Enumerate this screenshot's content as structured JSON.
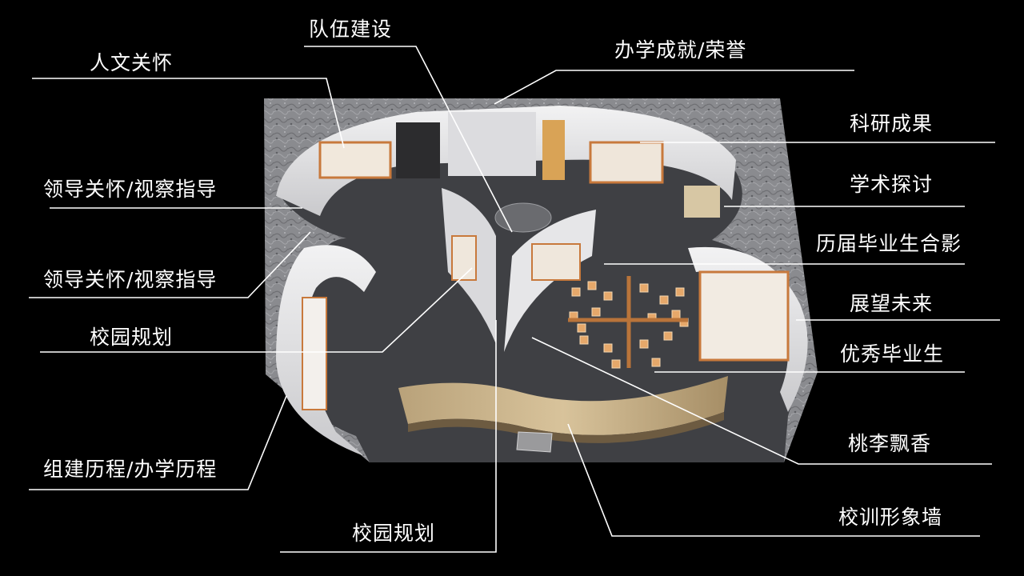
{
  "colors": {
    "background": "#000000",
    "floor": "#3d3e42",
    "border_texture": "#8d8e92",
    "wall": "#e4e4e6",
    "accent": "#c8793c",
    "leader_line": "#ffffff",
    "text": "#ffffff"
  },
  "labels": {
    "renwen_guanhuai": "人文关怀",
    "lingdao_guanhuai_1": "领导关怀/视察指导",
    "lingdao_guanhuai_2": "领导关怀/视察指导",
    "xiaoyuan_guihua_1": "校园规划",
    "zujian_licheng": "组建历程/办学历程",
    "xiaoyuan_guihua_2": "校园规划",
    "duiwu_jianshe": "队伍建设",
    "banxue_chengjiu": "办学成就/荣誉",
    "keyan_chengguo": "科研成果",
    "xueshu_tantao": "学术探讨",
    "lijie_biyesheng": "历届毕业生合影",
    "zhanwang_weilai": "展望未来",
    "youxiu_biyesheng": "优秀毕业生",
    "taoli_piaoxiang": "桃李飘香",
    "xiaoxun_xingxiang": "校训形象墙"
  }
}
